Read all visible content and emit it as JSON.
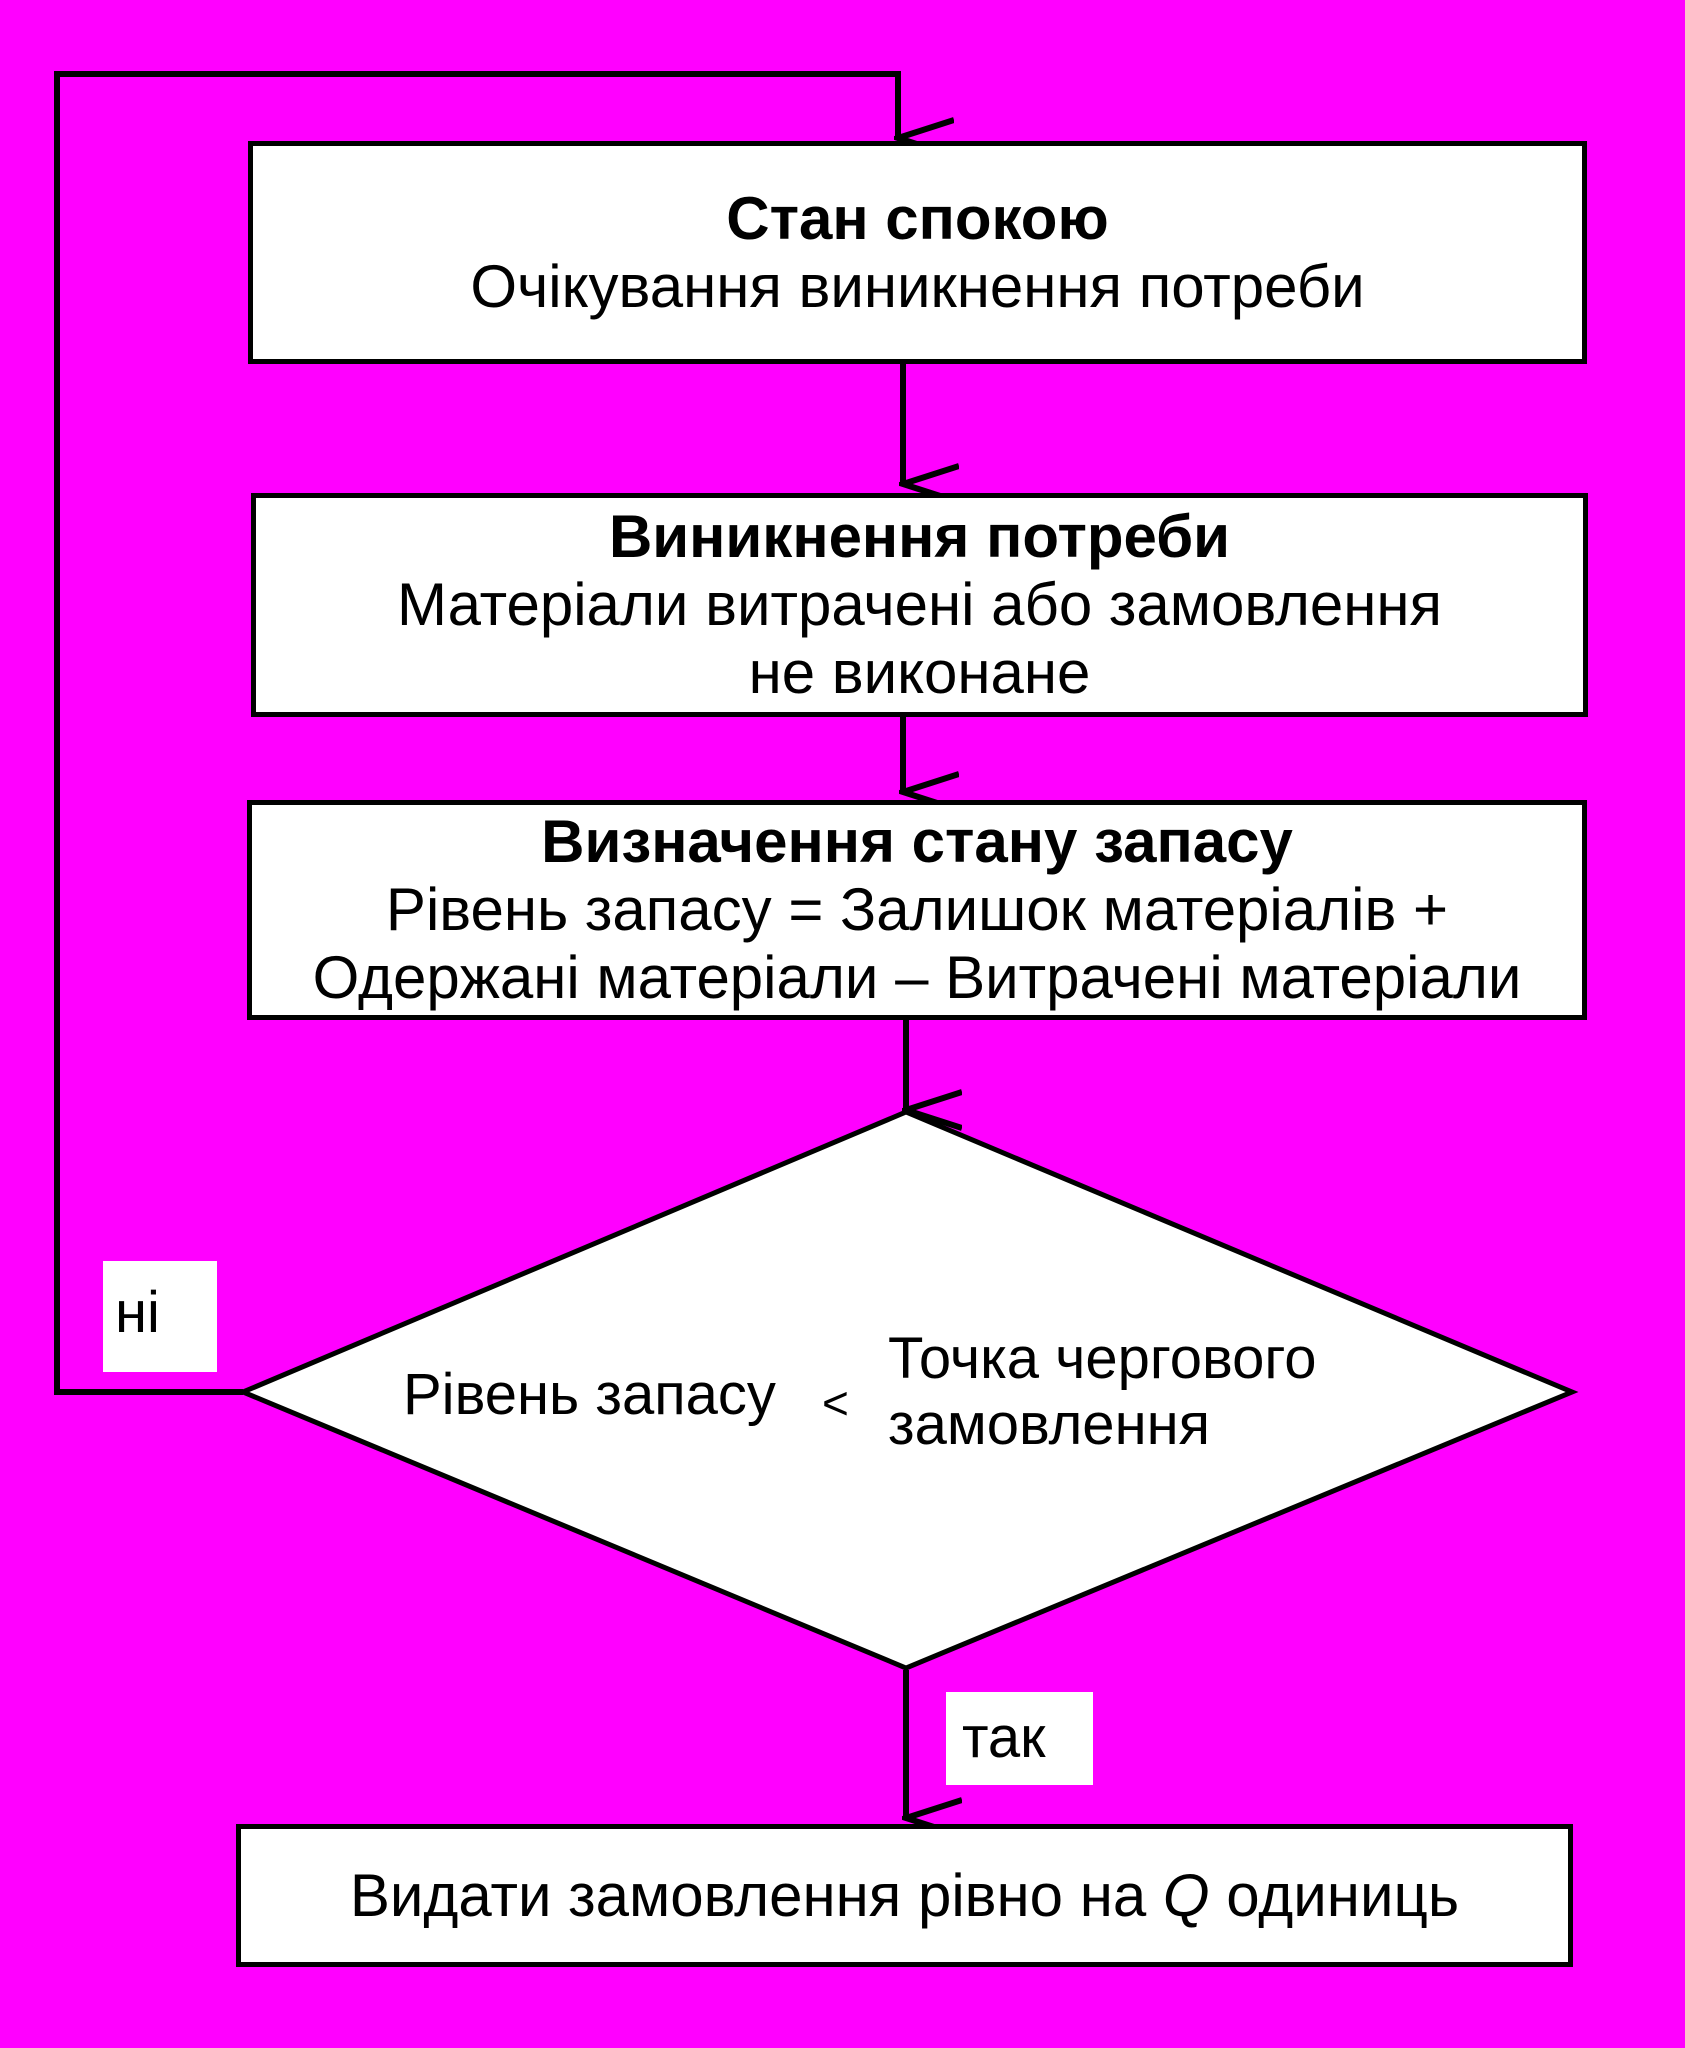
{
  "colors": {
    "background": "#FF00FF",
    "box": "#FFFFFF",
    "stroke": "#000000"
  },
  "steps": {
    "idle": {
      "title": "Стан спокою",
      "body": "Очікування виникнення потреби"
    },
    "need": {
      "title": "Виникнення потреби",
      "line1": "Матеріали витрачені або замовлення",
      "line2": "не виконане"
    },
    "stock": {
      "title": "Визначення стану запасу",
      "line1": "Рівень запасу = Залишок матеріалів +",
      "line2": "Одержані матеріали – Витрачені матеріали"
    },
    "order": {
      "prefix": "Видати замовлення рівно на ",
      "q": "Q",
      "suffix": " одиниць"
    }
  },
  "decision": {
    "left": "Рівень запасу",
    "operator": "<",
    "right_line1": "Точка чергового",
    "right_line2": "замовлення"
  },
  "branches": {
    "no": "ні",
    "yes": "так"
  }
}
